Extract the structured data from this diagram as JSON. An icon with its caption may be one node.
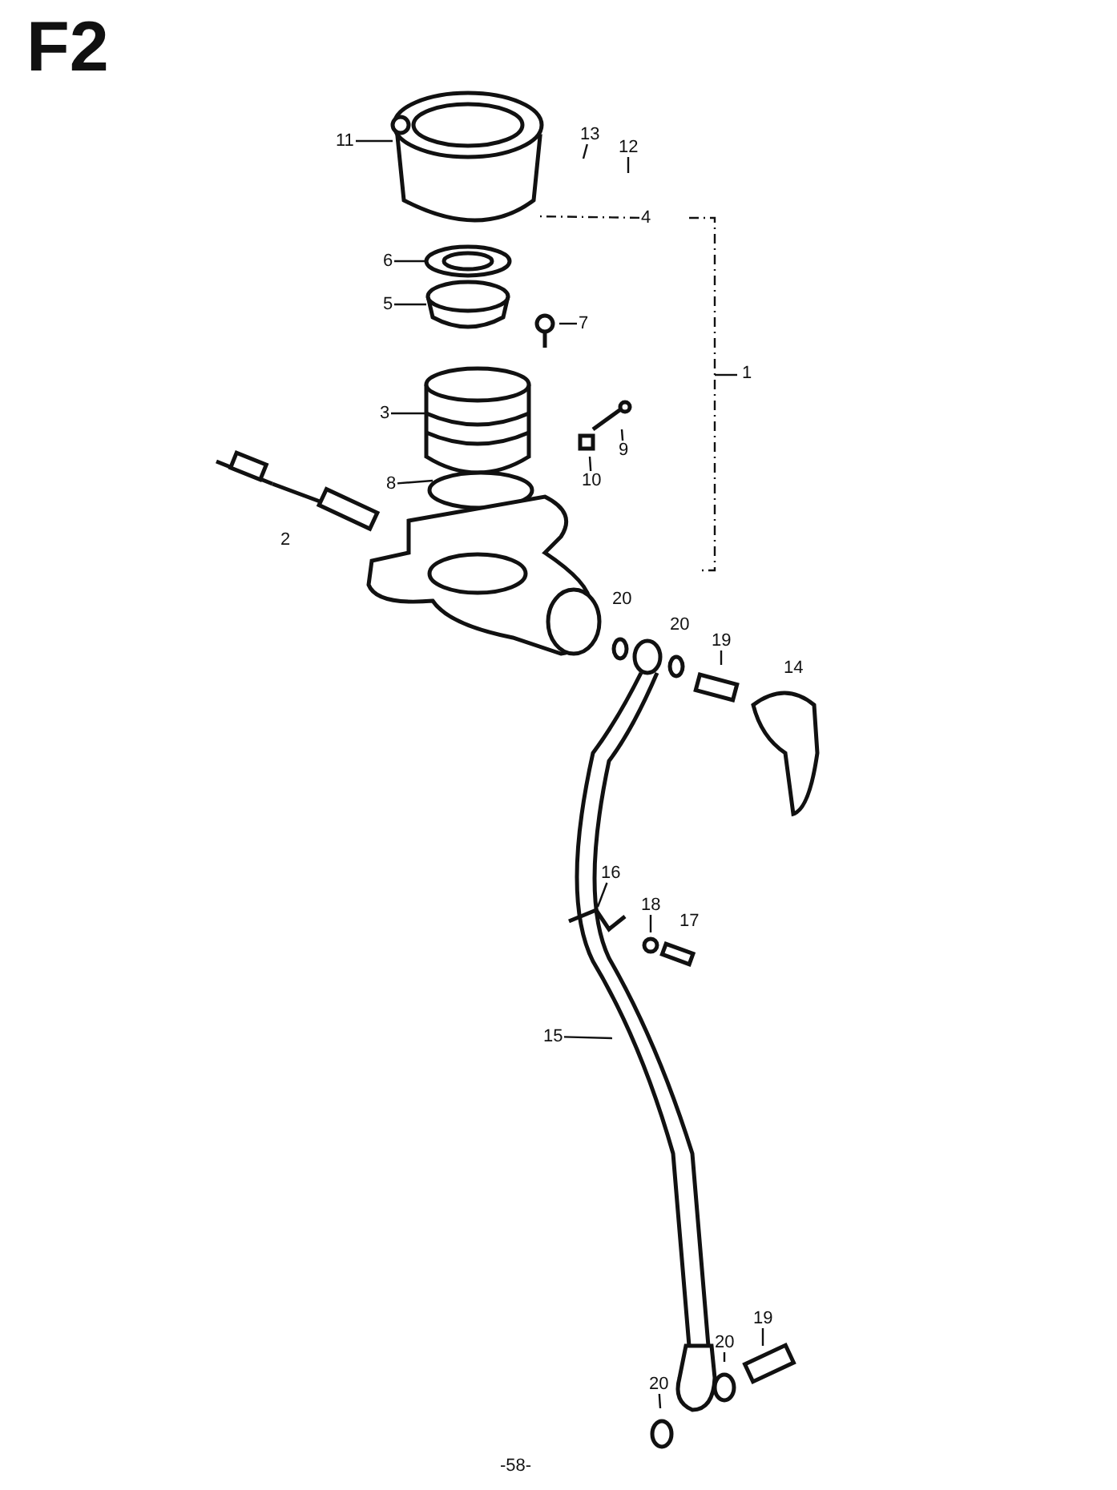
{
  "diagram": {
    "nodes": [
      {
        "text": [
          "11"
        ]
      },
      {
        "text": [
          "13"
        ]
      },
      {
        "text": [
          "12"
        ]
      },
      {
        "text": [
          "4"
        ]
      },
      {
        "text": [
          "6"
        ]
      },
      {
        "text": [
          "5"
        ]
      },
      {
        "text": [
          "7"
        ]
      },
      {
        "text": [
          "3"
        ]
      },
      {
        "text": [
          "9"
        ]
      },
      {
        "text": [
          "10"
        ]
      },
      {
        "text": [
          "8"
        ]
      },
      {
        "text": [
          "19"
        ]
      },
      {
        "text": [
          "16"
        ]
      },
      {
        "text": [
          "18"
        ]
      },
      {
        "text": [
          "15"
        ]
      },
      {
        "text": [
          "19"
        ]
      },
      {
        "text": [
          "20"
        ]
      },
      {
        "text": [
          "20"
        ]
      }
    ],
    "edges": [
      {
        "from": 0,
        "to": null,
        "arrow": "none"
      },
      {
        "from": 1,
        "to": null,
        "arrow": "none"
      },
      {
        "from": 2,
        "to": null,
        "arrow": "none"
      },
      {
        "from": 3,
        "to": null,
        "arrow": "none",
        "style": "dashed"
      },
      {
        "from": 4,
        "to": null,
        "arrow": "none"
      },
      {
        "from": 5,
        "to": null,
        "arrow": "none"
      },
      {
        "from": 6,
        "to": null,
        "arrow": "none"
      },
      {
        "from": 7,
        "to": null,
        "arrow": "none"
      },
      {
        "from": 8,
        "to": null,
        "arrow": "none"
      },
      {
        "from": 9,
        "to": null,
        "arrow": "none"
      },
      {
        "from": 10,
        "to": null,
        "arrow": "none"
      },
      {
        "from": 11,
        "to": null,
        "arrow": "none"
      },
      {
        "from": 12,
        "to": null,
        "arrow": "none"
      },
      {
        "from": 13,
        "to": null,
        "arrow": "none"
      },
      {
        "from": 14,
        "to": null,
        "arrow": "none"
      },
      {
        "from": 15,
        "to": null,
        "arrow": "none"
      },
      {
        "from": 16,
        "to": null,
        "arrow": "none"
      },
      {
        "from": 17,
        "to": null,
        "arrow": "none"
      }
    ],
    "labels": [
      "F2",
      "1",
      "2",
      "20",
      "20",
      "14",
      "17",
      "-58-"
    ]
  }
}
